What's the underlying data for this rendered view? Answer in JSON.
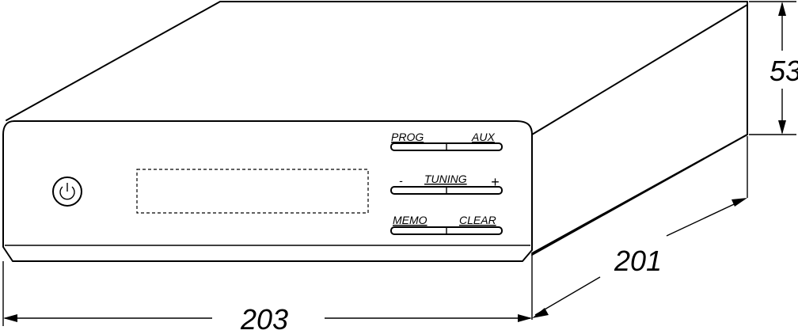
{
  "dimensions": {
    "width": "203",
    "depth": "201",
    "height": "53"
  },
  "front_panel": {
    "buttons": [
      {
        "left": "PROG",
        "right": "AUX"
      },
      {
        "left": "-",
        "center": "TUNING",
        "right": "+"
      },
      {
        "left": "MEMO",
        "right": "CLEAR"
      }
    ],
    "power_icon": "power-icon",
    "display_window": "dashed-rectangle"
  },
  "colors": {
    "line": "#000000",
    "background": "#ffffff"
  }
}
